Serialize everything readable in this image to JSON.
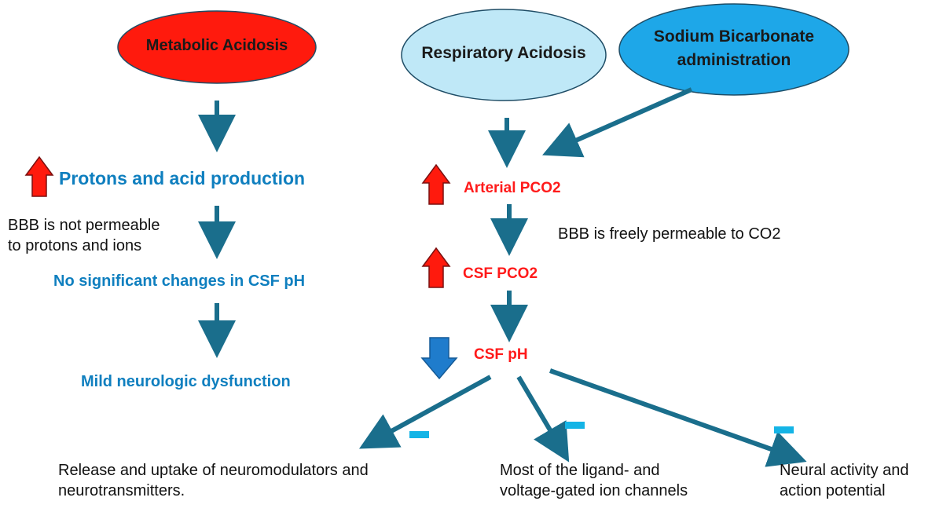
{
  "nodes": {
    "metabolic_acidosis": "Metabolic Acidosis",
    "respiratory_acidosis": "Respiratory Acidosis",
    "sodium_bicarbonate_line1": "Sodium Bicarbonate",
    "sodium_bicarbonate_line2": "administration",
    "protons_acid": "Protons and acid production",
    "bbb_not_permeable_line1": "BBB is not permeable",
    "bbb_not_permeable_line2": "to protons and ions",
    "no_changes_csf_ph": "No significant changes in CSF pH",
    "mild_dysfunction": "Mild neurologic dysfunction",
    "arterial_pco2": "Arterial PCO2",
    "bbb_freely_permeable": "BBB is freely permeable to CO2",
    "csf_pco2": "CSF PCO2",
    "csf_ph": "CSF pH",
    "release_uptake_line1": "Release and uptake of neuromodulators and",
    "release_uptake_line2": "neurotransmitters.",
    "ion_channels_line1": "Most of the ligand- and",
    "ion_channels_line2": "voltage-gated ion channels",
    "neural_activity_line1": "Neural activity and",
    "neural_activity_line2": "action potential"
  },
  "colors": {
    "metabolic_fill": "#ff1a0d",
    "respiratory_fill": "#bfe8f7",
    "bicarbonate_fill": "#1ea7e8",
    "connector_arrow": "#1a6e8c",
    "increase_arrow": "#ff1a0d",
    "decrease_arrow": "#1f7ccc",
    "minus_sign": "#14b4e6",
    "blue_text": "#0f7fbf",
    "red_text": "#ff1a1a"
  }
}
